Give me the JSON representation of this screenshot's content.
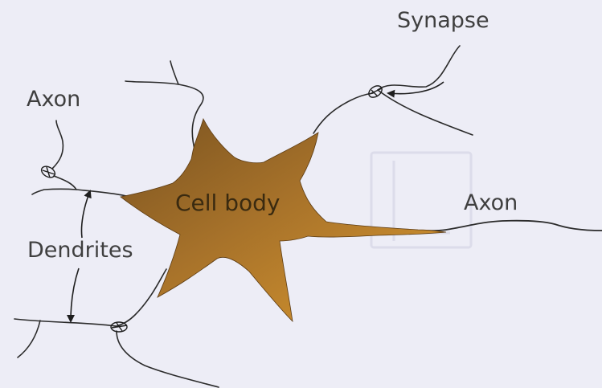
{
  "diagram": {
    "labels": {
      "synapse": "Synapse",
      "axon_left": "Axon",
      "cell_body": "Cell body",
      "axon_right": "Axon",
      "dendrites": "Dendrites"
    },
    "colors": {
      "background": "#ededf6",
      "cell_body_light": "#d4952f",
      "cell_body_dark": "#7a5320",
      "line": "#2b2b2b",
      "text": "#3f3f3f"
    }
  }
}
